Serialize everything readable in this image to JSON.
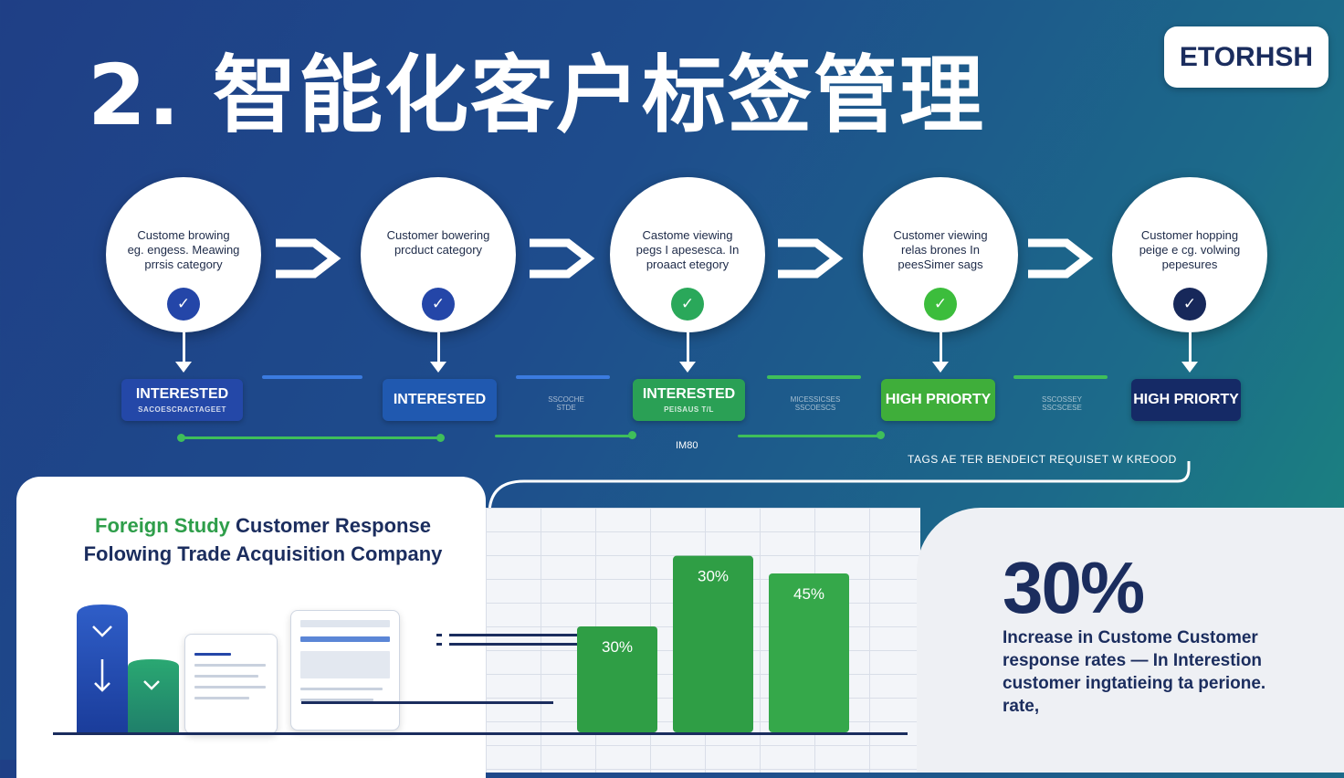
{
  "title": "2. 智能化客户标签管理",
  "logo": "ETORHSH",
  "steps": [
    {
      "text": "Custome browing\neg. engess. Meawing\nprrsis category",
      "check_color": "#2446a8"
    },
    {
      "text": "Customer bowering\nprcduct category",
      "check_color": "#2446a8"
    },
    {
      "text": "Castome viewing\npegs  I apesesca. In\nproaact etegory",
      "check_color": "#2aa85a"
    },
    {
      "text": "Customer viewing\nrelas brones  In\npeesSimer sags",
      "check_color": "#3cbd3c"
    },
    {
      "text": "Customer hopping\npeige e cg. volwing\npepesures",
      "check_color": "#17285a"
    }
  ],
  "tags": [
    {
      "label": "INTERESTED",
      "sub": "SACOESCRACTAGEET",
      "color": "#2448a8"
    },
    {
      "label": "INTERESTED",
      "sub": "",
      "color": "#2059b0"
    },
    {
      "label": "INTERESTED",
      "sub": "PEISAUS   T/L",
      "color": "#2aa055"
    },
    {
      "label": "HIGH PRIORTY",
      "sub": "",
      "color": "#3fae3a"
    },
    {
      "label": "HIGH PRIORTY",
      "sub": "",
      "color": "#152a66"
    }
  ],
  "micro_labels": [
    "SSCOCHE\nSTDE",
    "MICESSICSES\nSSCOESCS",
    "SSCOSSEY\nSSCSCESE"
  ],
  "midlabel": "IM80",
  "footnote": "TAGS  AE TER BENDEICT REQUISET  W KREOOD",
  "case": {
    "title_green": "Foreign Study",
    "title_rest": " Customer Response Folowing Trade Acquisition Company"
  },
  "chart_data": {
    "type": "bar",
    "categories": [
      "",
      "",
      ""
    ],
    "values": [
      30,
      50,
      45
    ],
    "data_labels": [
      "30%",
      "30%",
      "45%"
    ],
    "ylim": [
      0,
      60
    ],
    "colors": [
      "#2f9e45",
      "#2f9e45",
      "#35a84a"
    ]
  },
  "stat": {
    "value": "30%",
    "description": "Increase in Custome Customer response rates — In  Interestion customer ingtatieing ta perione. rate,"
  }
}
